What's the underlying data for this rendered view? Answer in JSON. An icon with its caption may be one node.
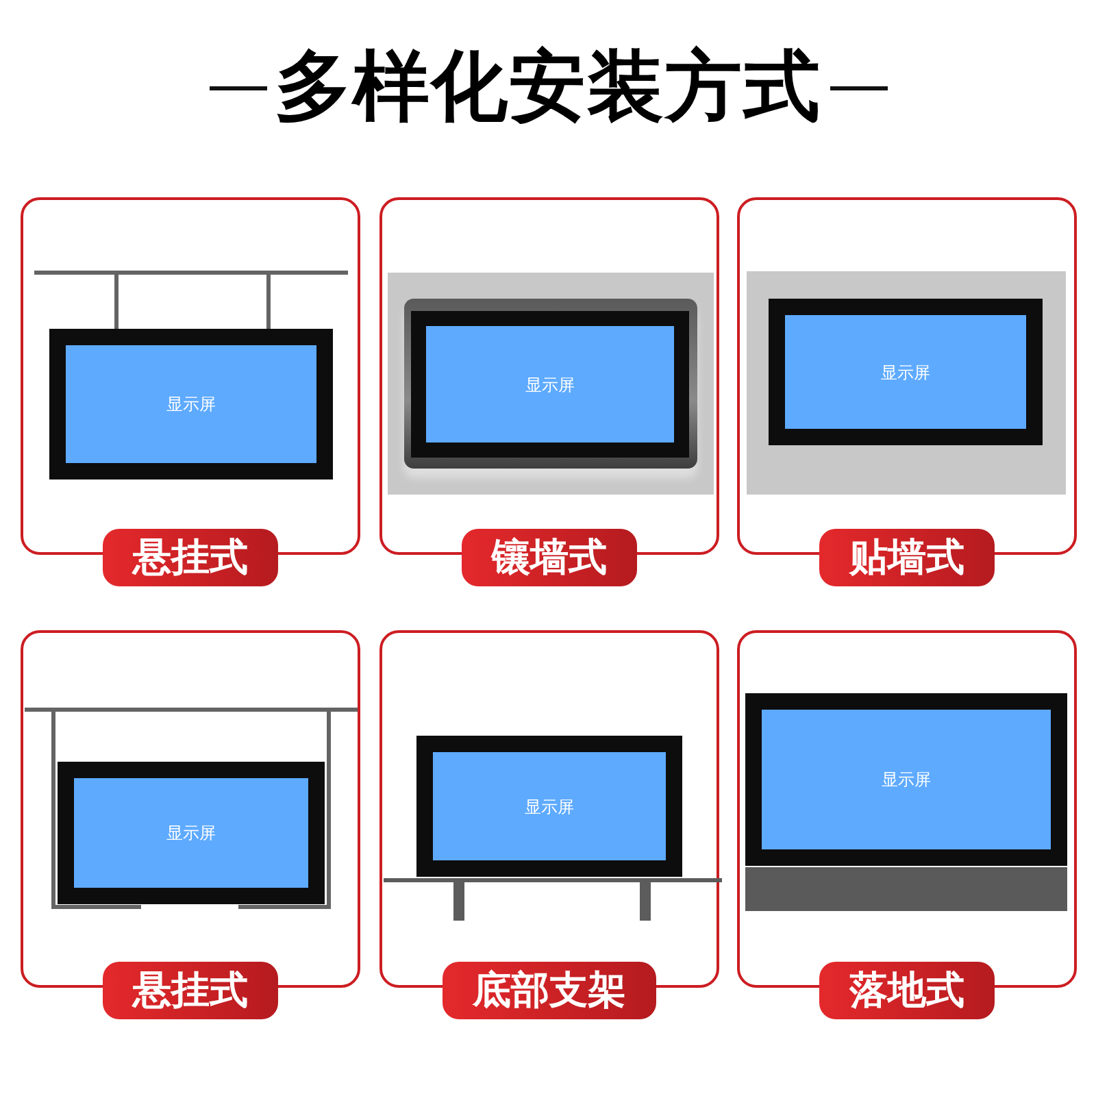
{
  "diagram": {
    "title": "多样化安装方式",
    "nodes": [
      {
        "text": [
          "悬挂式"
        ]
      },
      {
        "text": [
          "显示屏"
        ],
        "in": 0
      },
      {
        "text": [
          "镶墙式"
        ]
      },
      {
        "text": [
          "显示屏"
        ],
        "in": 2
      },
      {
        "text": [
          "贴墙式"
        ]
      },
      {
        "text": [
          "显示屏"
        ],
        "in": 4
      },
      {
        "text": [
          "悬挂式"
        ]
      },
      {
        "text": [
          "显示屏"
        ],
        "in": 6
      },
      {
        "text": [
          "底部支架"
        ]
      },
      {
        "text": [
          "显示屏"
        ],
        "in": 8
      },
      {
        "text": [
          "落地式"
        ]
      },
      {
        "text": [
          "显示屏"
        ],
        "in": 10
      },
      {
        "text": [],
        "shape": "box",
        "in": 10
      }
    ]
  }
}
